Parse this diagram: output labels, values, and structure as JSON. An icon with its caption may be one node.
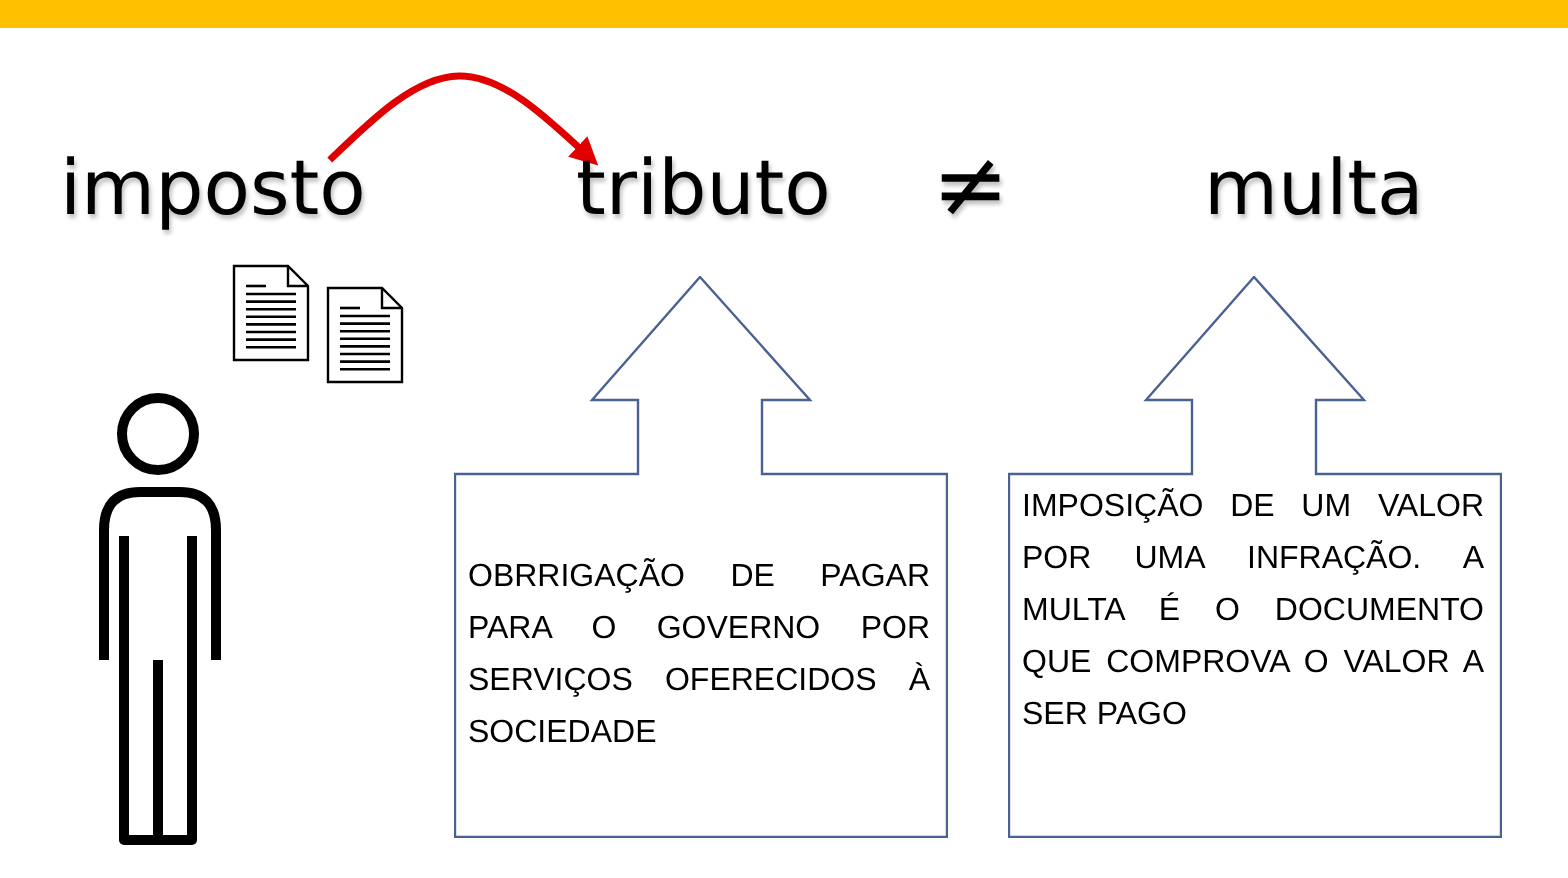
{
  "diagram": {
    "nodes": [
      {
        "text": [
          "imposto"
        ]
      },
      {
        "text": [
          "tributo"
        ]
      },
      {
        "text": [
          "multa"
        ]
      },
      {
        "text": [
          "OBRRIGAÇÃO DE PAGAR PARA O GOVERNO POR SERVIÇOS OFERECIDOS À SOCIEDADE"
        ]
      },
      {
        "text": [
          "IMPOSIÇÃO DE UM VALOR POR UMA INFRAÇÃO. A MULTA É O DOCUMENTO QUE COMPROVA O VALOR A SER PAGO"
        ]
      }
    ],
    "edges": [
      {
        "from": 0,
        "to": 1,
        "arrow": "to",
        "color": "#e00000"
      }
    ],
    "labels": [
      "≠"
    ]
  }
}
